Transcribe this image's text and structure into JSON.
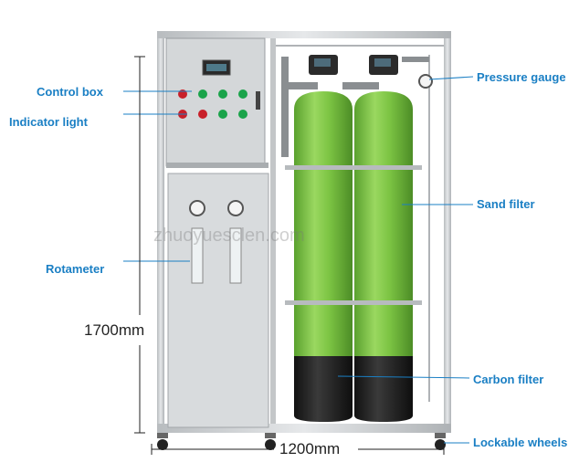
{
  "labels": {
    "control_box": "Control box",
    "indicator_light": "Indicator light",
    "rotameter": "Rotameter",
    "pressure_gauge": "Pressure gauge",
    "sand_filter": "Sand filter",
    "carbon_filter": "Carbon filter",
    "lockable_wheels": "Lockable wheels"
  },
  "dimensions": {
    "height": "1700mm",
    "width": "1200mm"
  },
  "watermark": "zhuoyuesclen.com",
  "colors": {
    "label": "#1a7fc4",
    "tank_green": "#7cc443",
    "tank_base": "#1e1e1e",
    "steel": "#c9ccce"
  }
}
